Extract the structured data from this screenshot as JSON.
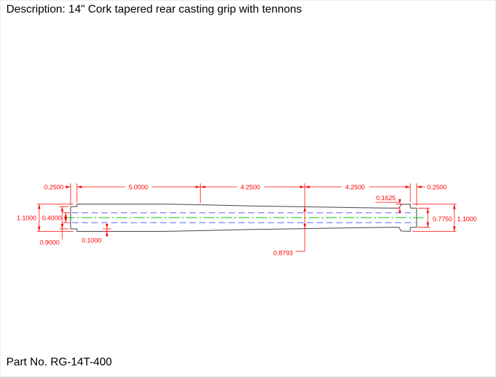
{
  "header": {
    "description": "Description: 14\" Cork tapered rear casting grip with tennons"
  },
  "footer": {
    "part_no": "Part No. RG-14T-400"
  },
  "drawing": {
    "colors": {
      "dimension": "#ff0000",
      "outline": "#3f3f3f",
      "hidden_line": "#4444ee",
      "centerline": "#00cc00"
    },
    "dims": {
      "left_tenon_length": "0.2500",
      "section_1_length": "5.0000",
      "section_2_length": "4.2500",
      "section_3_length": "4.2500",
      "right_tenon_length": "0.2500",
      "flare_step": "0.1625",
      "left_major_dia": "1.1000",
      "bore_dia": "0.4000",
      "left_tenon_dia": "0.9000",
      "left_step": "0.1000",
      "mid_dia": "0.8793",
      "right_end_dia": "0.7750",
      "right_flare_dia": "1.1000"
    }
  }
}
